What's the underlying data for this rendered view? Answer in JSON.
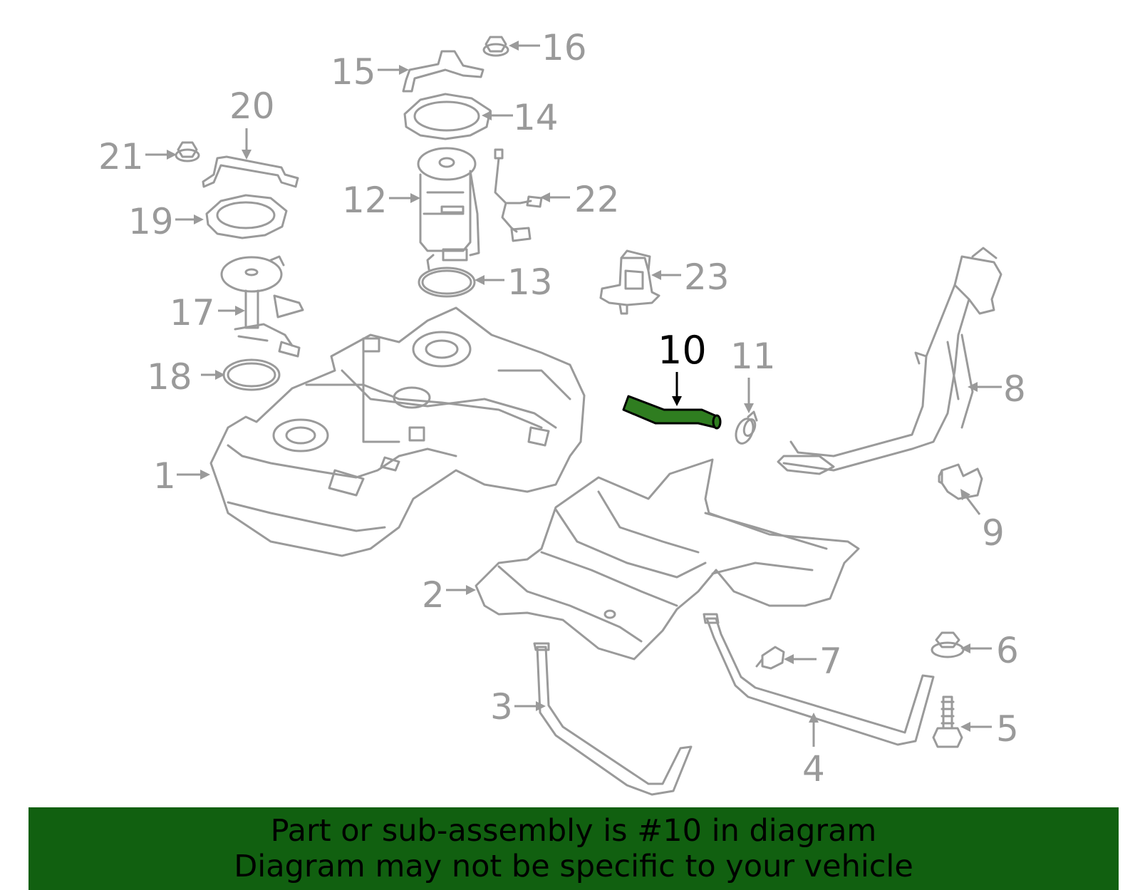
{
  "callouts": [
    {
      "id": "1",
      "label": "1"
    },
    {
      "id": "2",
      "label": "2"
    },
    {
      "id": "3",
      "label": "3"
    },
    {
      "id": "4",
      "label": "4"
    },
    {
      "id": "5",
      "label": "5"
    },
    {
      "id": "6",
      "label": "6"
    },
    {
      "id": "7",
      "label": "7"
    },
    {
      "id": "8",
      "label": "8"
    },
    {
      "id": "9",
      "label": "9"
    },
    {
      "id": "10",
      "label": "10",
      "highlighted": true
    },
    {
      "id": "11",
      "label": "11"
    },
    {
      "id": "12",
      "label": "12"
    },
    {
      "id": "13",
      "label": "13"
    },
    {
      "id": "14",
      "label": "14"
    },
    {
      "id": "15",
      "label": "15"
    },
    {
      "id": "16",
      "label": "16"
    },
    {
      "id": "17",
      "label": "17"
    },
    {
      "id": "18",
      "label": "18"
    },
    {
      "id": "19",
      "label": "19"
    },
    {
      "id": "20",
      "label": "20"
    },
    {
      "id": "21",
      "label": "21"
    },
    {
      "id": "22",
      "label": "22"
    },
    {
      "id": "23",
      "label": "23"
    }
  ],
  "banner": {
    "line1": "Part or sub-assembly is #10 in diagram",
    "line2": "Diagram may not be specific to your vehicle"
  },
  "colors": {
    "highlight_part": "#2f7d20",
    "banner_bg": "#116010",
    "line_art": "#9a9a9a",
    "highlight_text": "#000000"
  }
}
